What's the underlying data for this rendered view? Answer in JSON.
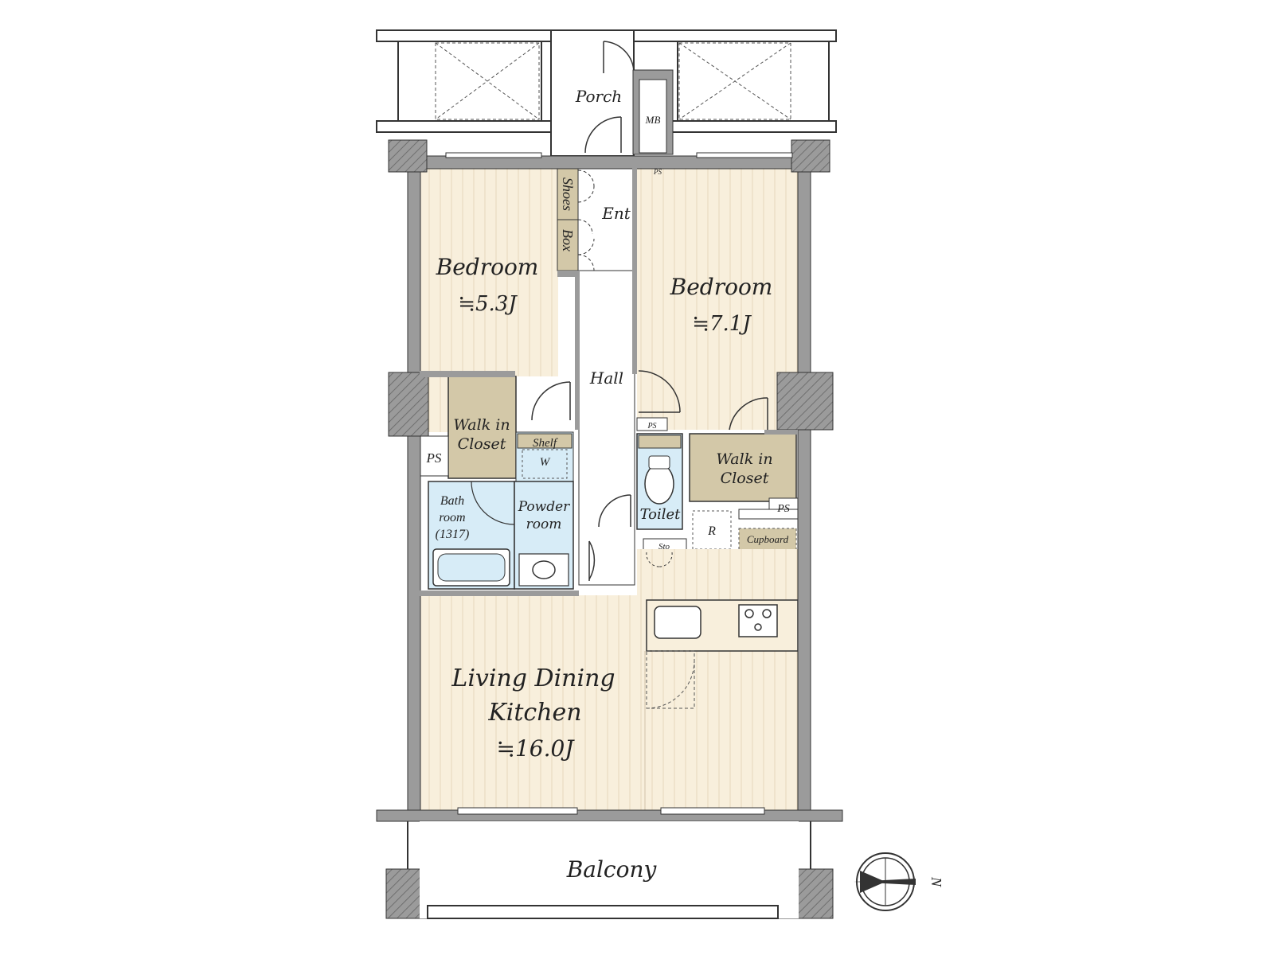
{
  "colors": {
    "room_cream": "#f8efdc",
    "room_stripe": "#e9dcc2",
    "wet_blue": "#d7ecf7",
    "closet_tan": "#d3c8a8",
    "wall_gray": "#9b9b9b",
    "hall_white": "#ffffff",
    "line": "#333333"
  },
  "rooms": {
    "bedroom_left": {
      "name": "Bedroom",
      "area": "≒5.3J"
    },
    "bedroom_right": {
      "name": "Bedroom",
      "area": "≒7.1J"
    },
    "ldk": {
      "line1": "Living Dining",
      "line2": "Kitchen",
      "area": "≒16.0J"
    },
    "porch": "Porch",
    "entrance": "Ent",
    "hall": "Hall",
    "shoes_box": {
      "line1": "Shoes",
      "line2": "Box"
    },
    "mb": "MB",
    "wic_left": {
      "line1": "Walk in",
      "line2": "Closet"
    },
    "wic_right": {
      "line1": "Walk in",
      "line2": "Closet"
    },
    "shelf": "Shelf",
    "washer": "W",
    "ps_left": "PS",
    "ps_top": "PS",
    "ps_mid": "PS",
    "ps_right": "PS",
    "bathroom": {
      "line1": "Bath",
      "line2": "room",
      "line3": "(1317)"
    },
    "powder": {
      "line1": "Powder",
      "line2": "room"
    },
    "toilet": "Toilet",
    "sto": "Sto",
    "fridge": "R",
    "cupboard": "Cupboard",
    "balcony": "Balcony"
  },
  "compass": {
    "label": "N",
    "icon": "compass-icon"
  }
}
